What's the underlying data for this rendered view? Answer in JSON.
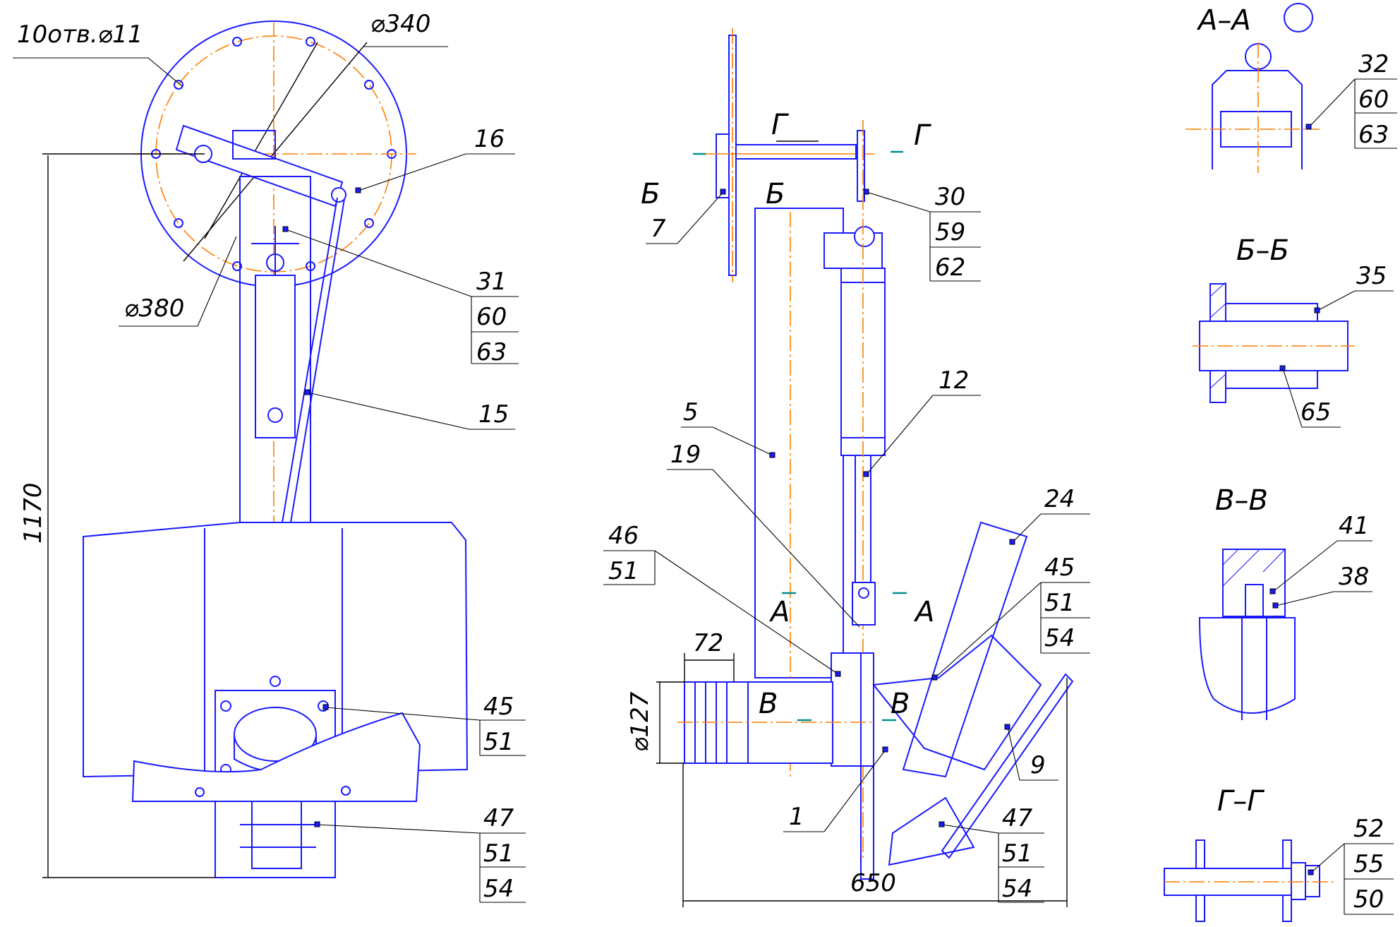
{
  "title": "",
  "colors": {
    "part_outline": "#1a1aff",
    "axis_line": "#ff7f00",
    "dimension_line": "#000000",
    "section_mark": "#009090",
    "background": "#ffffff"
  },
  "left_view": {
    "holes_note": "10отв.⌀11",
    "dia_outer": "⌀340",
    "dia_bolt": "⌀380",
    "height_dim": "1170",
    "callouts": {
      "c16": "16",
      "c15": "15",
      "c31": [
        "31",
        "60",
        "63"
      ],
      "c45": [
        "45",
        "51"
      ],
      "c47": [
        "47",
        "51",
        "54"
      ]
    }
  },
  "middle_view": {
    "section_marks": {
      "g": "Г",
      "b": "Б",
      "a": "А",
      "v": "В"
    },
    "dims": {
      "d72": "72",
      "d127": "⌀127",
      "d650": "650"
    },
    "callouts": {
      "c7": "7",
      "c5": "5",
      "c19": "19",
      "c12": "12",
      "c24": "24",
      "c9": "9",
      "c1": "1",
      "c30": [
        "30",
        "59",
        "62"
      ],
      "c46": [
        "46",
        "51"
      ],
      "c45": [
        "45",
        "51",
        "54"
      ],
      "c47": [
        "47",
        "51",
        "54"
      ]
    }
  },
  "sections": {
    "aa": {
      "title": "А–А",
      "callout": [
        "32",
        "60",
        "63"
      ]
    },
    "bb": {
      "title": "Б–Б",
      "callout_top": "35",
      "callout_bottom": "65"
    },
    "vv": {
      "title": "В–В",
      "callout_a": "41",
      "callout_b": "38"
    },
    "gg": {
      "title": "Г–Г",
      "callout": [
        "52",
        "55",
        "50"
      ]
    }
  }
}
